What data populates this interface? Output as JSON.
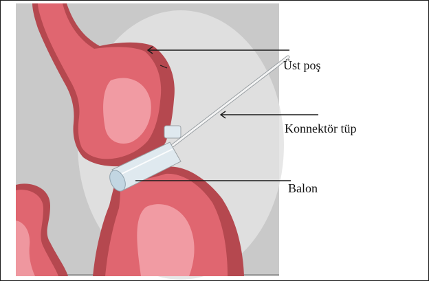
{
  "figure": {
    "labels": {
      "upper_pouch": "Üst poş",
      "connector_tube": "Konnektör tüp",
      "balloon": "Balon"
    },
    "colors": {
      "background": "#c9c9c9",
      "halo": "#e3e3e3",
      "tissue_dark": "#b5484f",
      "tissue_main": "#e06670",
      "tissue_light": "#f3a4ab",
      "balloon": "#dfe9ef",
      "tube": "#f4f4f4"
    }
  }
}
